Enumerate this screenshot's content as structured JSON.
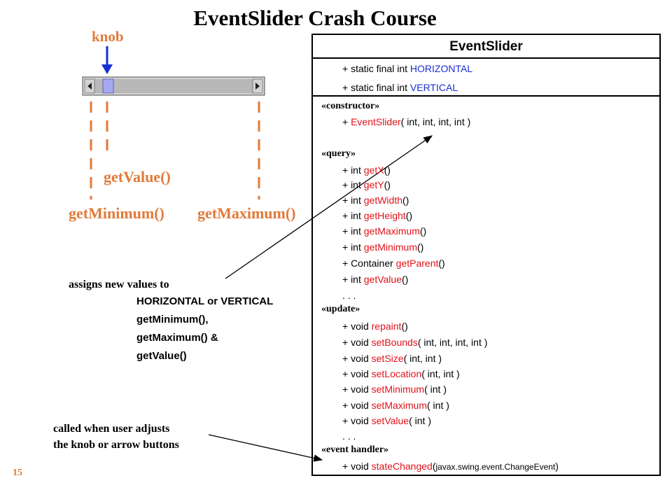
{
  "title": "EventSlider Crash Course",
  "page_number": "15",
  "slider_diagram": {
    "knob_label": "knob",
    "value_label": "getValue()",
    "min_label": "getMinimum()",
    "max_label": "getMaximum()",
    "left_arrow": "◀",
    "right_arrow": "▶"
  },
  "notes": {
    "assigns_line1": "assigns new values to",
    "assigns_lines": [
      "HORIZONTAL or VERTICAL",
      "getMinimum(),",
      "getMaximum() &",
      "getValue()"
    ],
    "called_lines": [
      "called when user adjusts",
      "the knob or arrow buttons"
    ]
  },
  "uml": {
    "class_name": "EventSlider",
    "fields": [
      {
        "prefix": "+ static final int ",
        "name": "HORIZONTAL",
        "suffix": ""
      },
      {
        "prefix": "+ static final int ",
        "name": "VERTICAL",
        "suffix": ""
      }
    ],
    "constructor_stereotype": "«constructor»",
    "constructors": [
      {
        "prefix": "+ ",
        "name": "EventSlider",
        "suffix": "( int, int, int, int )"
      }
    ],
    "query_stereotype": "«query»",
    "queries": [
      {
        "prefix": "+ int ",
        "name": "getX",
        "suffix": "()"
      },
      {
        "prefix": "+ int ",
        "name": "getY",
        "suffix": "()"
      },
      {
        "prefix": "+ int ",
        "name": "getWidth",
        "suffix": "()"
      },
      {
        "prefix": "+ int ",
        "name": "getHeight",
        "suffix": "()"
      },
      {
        "prefix": "+ int ",
        "name": "getMaximum",
        "suffix": "()"
      },
      {
        "prefix": "+ int ",
        "name": "getMinimum",
        "suffix": "()"
      },
      {
        "prefix": "+ Container ",
        "name": "getParent",
        "suffix": "()"
      },
      {
        "prefix": "+ int ",
        "name": "getValue",
        "suffix": "()"
      }
    ],
    "ellipsis": ". . .",
    "update_stereotype": "«update»",
    "updates": [
      {
        "prefix": "+ void ",
        "name": "repaint",
        "suffix": "()"
      },
      {
        "prefix": "+ void ",
        "name": "setBounds",
        "suffix": "( int, int, int, int )"
      },
      {
        "prefix": "+ void ",
        "name": "setSize",
        "suffix": "( int, int )"
      },
      {
        "prefix": "+ void ",
        "name": "setLocation",
        "suffix": "( int, int )"
      },
      {
        "prefix": "+ void ",
        "name": "setMinimum",
        "suffix": "( int )"
      },
      {
        "prefix": "+ void ",
        "name": "setMaximum",
        "suffix": "( int )"
      },
      {
        "prefix": "+ void ",
        "name": "setValue",
        "suffix": "( int )"
      }
    ],
    "event_stereotype": "«event handler»",
    "event_handlers": [
      {
        "prefix": "+ void ",
        "name": "stateChanged",
        "paren_open": "(",
        "param": "javax.swing.event.ChangeEvent",
        "paren_close": ")"
      }
    ]
  },
  "colors": {
    "method_name": "#e0121a",
    "label_orange": "#e17a3a",
    "knob_arrow": "#1a2fd0",
    "knob_fill": "#a7a9f0"
  }
}
